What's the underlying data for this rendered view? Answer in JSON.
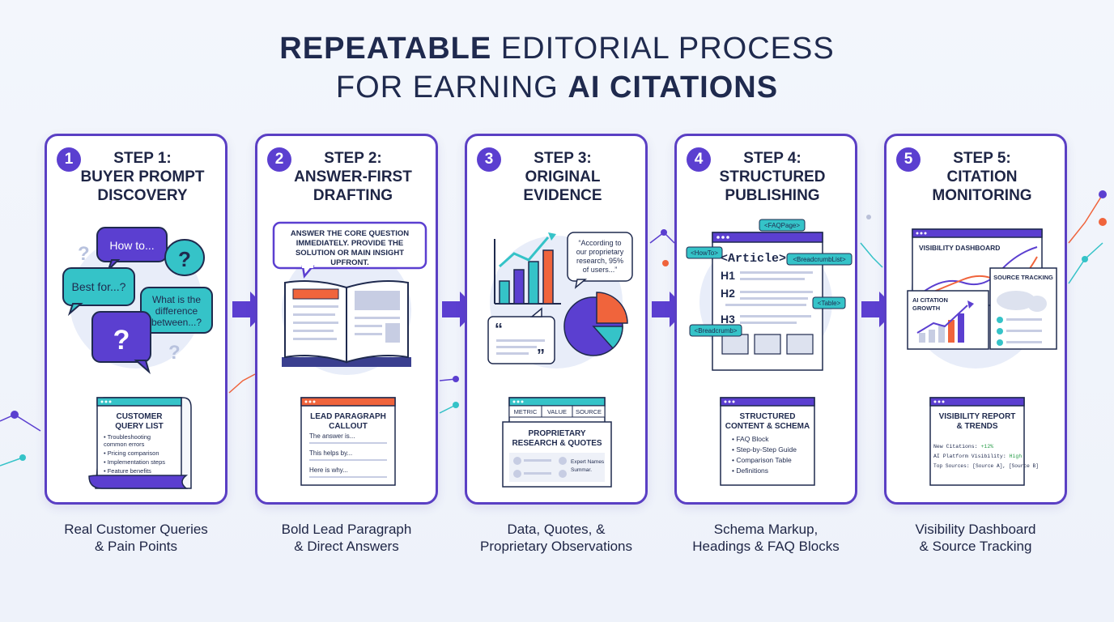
{
  "title": {
    "line1_bold": "REPEATABLE",
    "line1_light": " EDITORIAL PROCESS",
    "line2_light": "FOR EARNING ",
    "line2_bold": "AI CITATIONS"
  },
  "colors": {
    "primary": "#5b3fd0",
    "teal": "#35c3c8",
    "orange": "#f0643c",
    "navy": "#1f2a4e"
  },
  "steps": [
    {
      "num": "1",
      "title_line1": "STEP 1:",
      "title_line2": "BUYER PROMPT",
      "title_line3": "DISCOVERY",
      "bubbles": {
        "how": "How to...",
        "best": "Best for...?",
        "diff1": "What is the",
        "diff2": "difference",
        "diff3": "between...?"
      },
      "doc": {
        "h1": "CUSTOMER",
        "h2": "QUERY LIST",
        "items": [
          "• Troubleshooting",
          "  common errors",
          "• Pricing comparison",
          "• Implementation steps",
          "• Feature benefits"
        ]
      },
      "caption1": "Real Customer Queries",
      "caption2": "& Pain Points"
    },
    {
      "num": "2",
      "title_line1": "STEP 2:",
      "title_line2": "ANSWER-FIRST",
      "title_line3": "DRAFTING",
      "callout": [
        "ANSWER THE CORE QUESTION",
        "IMMEDIATELY. PROVIDE THE",
        "SOLUTION OR MAIN INSIGHT",
        "UPFRONT."
      ],
      "doc": {
        "h1": "LEAD PARAGRAPH",
        "h2": "CALLOUT",
        "lines": [
          "The answer is...",
          "This helps by...",
          "Here is why..."
        ]
      },
      "caption1": "Bold Lead Paragraph",
      "caption2": "& Direct Answers"
    },
    {
      "num": "3",
      "title_line1": "STEP 3:",
      "title_line2": "ORIGINAL",
      "title_line3": "EVIDENCE",
      "quote": [
        "“According to",
        "our proprietary",
        "research, 95%",
        "of users...”"
      ],
      "quote_open": "“",
      "quote_close": "”",
      "table": {
        "cols": [
          "METRIC",
          "VALUE",
          "SOURCE"
        ]
      },
      "card": {
        "h1": "PROPRIETARY",
        "h2": "RESEARCH & QUOTES",
        "expert1": "Expert Names",
        "expert2": "Summar."
      },
      "caption1": "Data, Quotes, &",
      "caption2": "Proprietary Observations"
    },
    {
      "num": "4",
      "title_line1": "STEP 4:",
      "title_line2": "STRUCTURED",
      "title_line3": "PUBLISHING",
      "tags": {
        "faq": "<FAQPage>",
        "howto": "<HowTo>",
        "breadlist": "<BreadcrumbList>",
        "table": "<Table>",
        "bread": "<Breadcrumb>"
      },
      "article": "<Article>",
      "headings": [
        "H1",
        "H2",
        "H3"
      ],
      "doc": {
        "h1": "STRUCTURED",
        "h2": "CONTENT & SCHEMA",
        "items": [
          "• FAQ Block",
          "• Step-by-Step Guide",
          "• Comparison Table",
          "• Definitions"
        ]
      },
      "caption1": "Schema Markup,",
      "caption2": "Headings & FAQ Blocks"
    },
    {
      "num": "5",
      "title_line1": "STEP 5:",
      "title_line2": "CITATION",
      "title_line3": "MONITORING",
      "dash": {
        "title": "VISIBILITY DASHBOARD",
        "source": "SOURCE TRACKING",
        "growth1": "AI CITATION",
        "growth2": "GROWTH"
      },
      "doc": {
        "h1": "VISIBILITY REPORT",
        "h2": "& TRENDS",
        "r1a": "New Citations: ",
        "r1b": "+12%",
        "r2a": "AI Platform Visibility: ",
        "r2b": "High",
        "r3": "Top Sources: [Source A], [Source B]"
      },
      "caption1": "Visibility Dashboard",
      "caption2": "& Source Tracking"
    }
  ]
}
